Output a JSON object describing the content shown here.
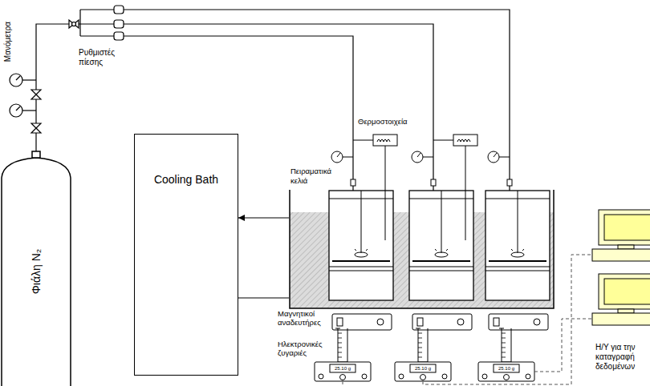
{
  "diagram": {
    "nodes": [
      {
        "text": [
          "Φιάλη N₂"
        ]
      },
      {
        "text": [
          "Cooling Bath"
        ]
      },
      {
        "text": [
          "Πειραματικά κελιά"
        ]
      }
    ],
    "edges": [
      {
        "from": 2,
        "to": 1,
        "arrow": "to"
      },
      {
        "from": 1,
        "to": 2,
        "arrow": "none"
      }
    ],
    "labels": [
      "Μανόμετρα",
      "Ρυθμιστές πίεσης",
      "Θερμοστοιχεία",
      "Μαγνητικοί αναδευτήρες",
      "Ηλεκτρονικές ζυγαριές",
      "Η/Υ για την καταγραφή δεδομένων",
      "25.10 g",
      "25.10 g",
      "25.10 g"
    ]
  }
}
